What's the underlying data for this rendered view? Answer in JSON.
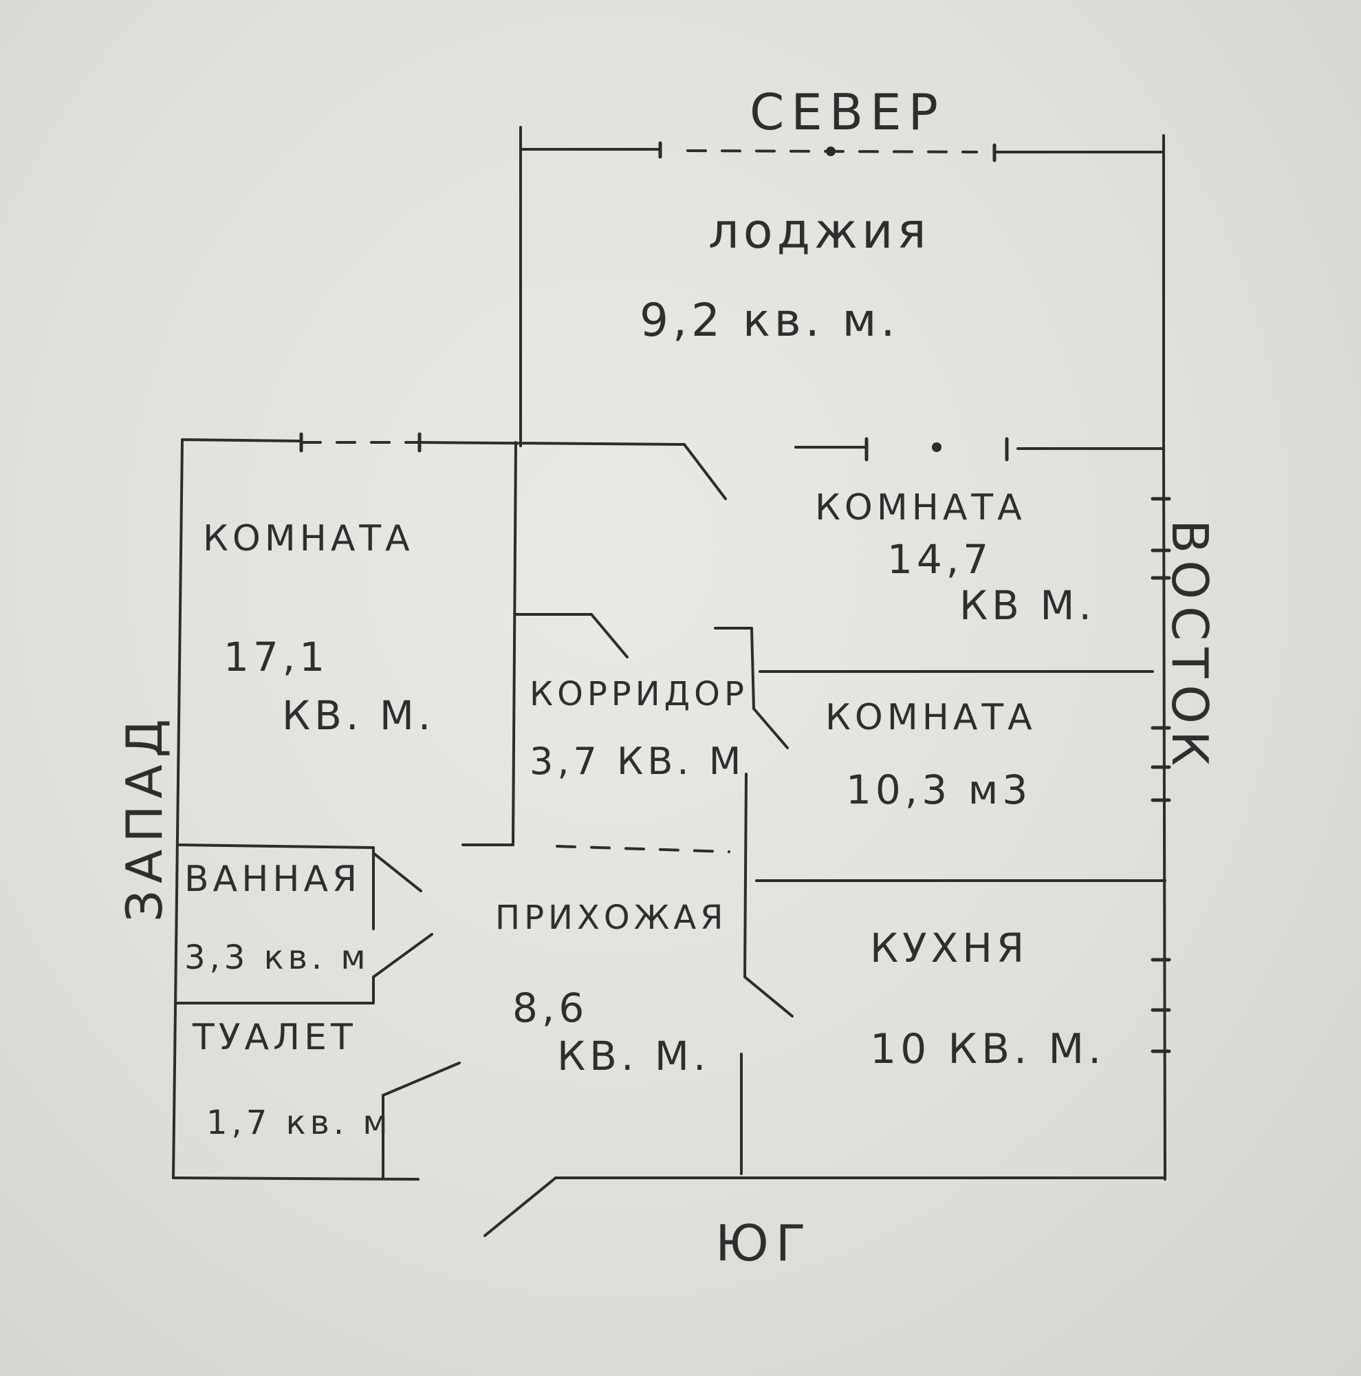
{
  "compass": {
    "north": "СЕВЕР",
    "south": "ЮГ",
    "west": "ЗАПАД",
    "east": "ВОСТОК"
  },
  "rooms": {
    "loggia": {
      "name": "лоджия",
      "area": "9,2 кв. м."
    },
    "room_west": {
      "name": "КОМНАТА",
      "area_value": "17,1",
      "area_unit": "КВ. М."
    },
    "room_ne": {
      "name": "КОМНАТА",
      "area_value": "14,7",
      "area_unit": "КВ М."
    },
    "room_east_mid": {
      "name": "КОМНАТА",
      "area": "10,3 м3"
    },
    "corridor": {
      "name": "КОРРИДОР",
      "area": "3,7 КВ. М"
    },
    "bathroom": {
      "name": "ВАННАЯ",
      "area": "3,3 кв. м"
    },
    "toilet": {
      "name": "ТУАЛЕТ",
      "area": "1,7 кв. м"
    },
    "hallway": {
      "name": "ПРИХОЖАЯ",
      "area_value": "8,6",
      "area_unit": "КВ. М."
    },
    "kitchen": {
      "name": "КУХНЯ",
      "area": "10 КВ. М."
    }
  }
}
